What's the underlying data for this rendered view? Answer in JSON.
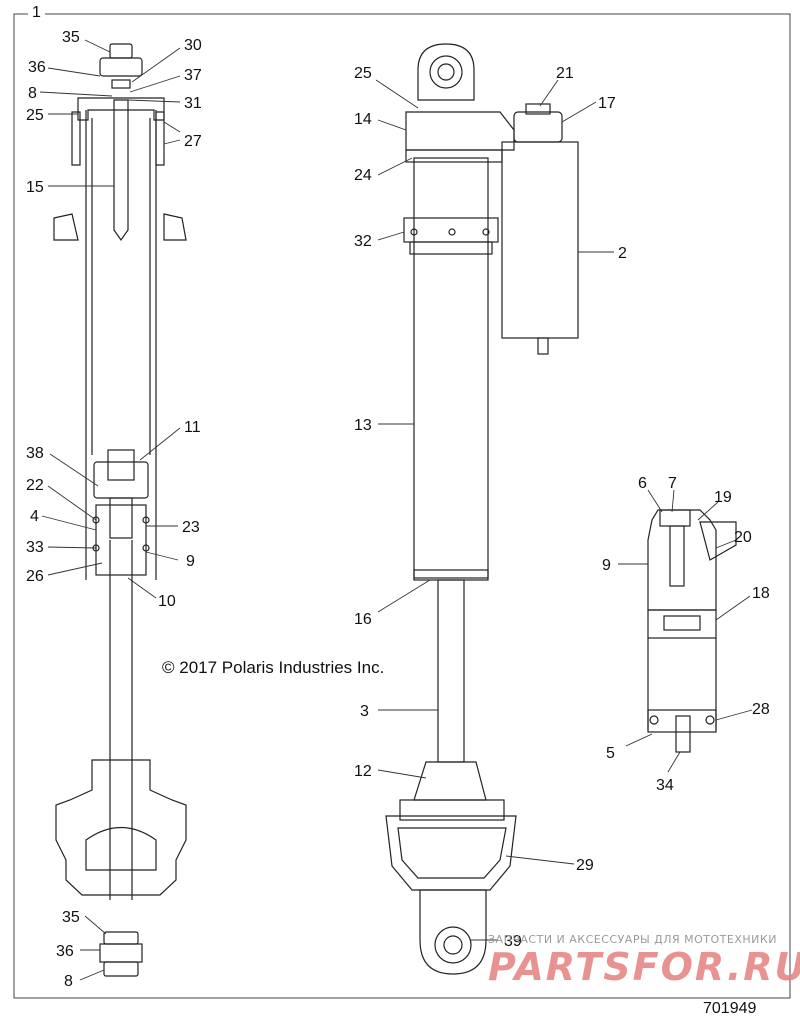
{
  "sheet_number": "1",
  "copyright": "© 2017 Polaris Industries Inc.",
  "drawing_number": "701949",
  "watermark": {
    "tagline": "ЗАПЧАСТИ И АКСЕССУАРЫ ДЛЯ МОТОТЕХНИКИ",
    "logo": "PARTSFOR.RU"
  },
  "left_assembly_callouts": {
    "c35_top": "35",
    "c36_top": "36",
    "c8_top": "8",
    "c30": "30",
    "c37": "37",
    "c31": "31",
    "c25": "25",
    "c27": "27",
    "c15": "15",
    "c11": "11",
    "c38": "38",
    "c22": "22",
    "c4": "4",
    "c23": "23",
    "c33": "33",
    "c9": "9",
    "c26": "26",
    "c10": "10",
    "c35_bot": "35",
    "c36_bot": "36",
    "c8_bot": "8"
  },
  "center_assembly_callouts": {
    "c25": "25",
    "c21": "21",
    "c17": "17",
    "c14": "14",
    "c24": "24",
    "c32": "32",
    "c2": "2",
    "c13": "13",
    "c16": "16",
    "c3": "3",
    "c12": "12",
    "c29": "29",
    "c39": "39"
  },
  "reservoir_callouts": {
    "c6": "6",
    "c7": "7",
    "c19": "19",
    "c20": "20",
    "c9": "9",
    "c18": "18",
    "c28": "28",
    "c5": "5",
    "c34": "34"
  }
}
